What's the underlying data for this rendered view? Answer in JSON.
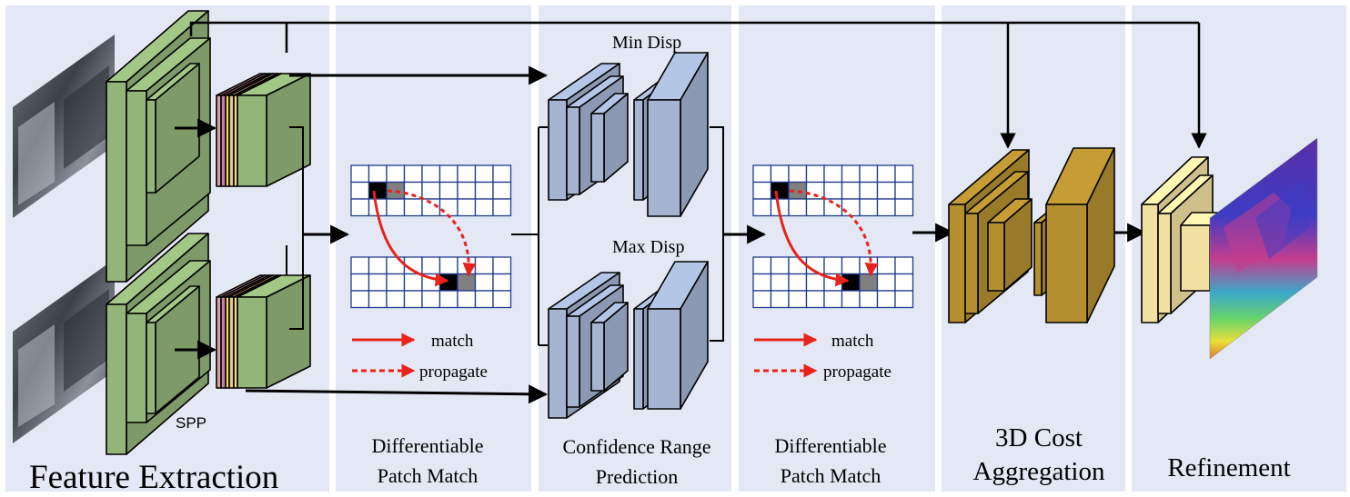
{
  "stages": [
    {
      "id": "feature-extraction",
      "label": "Feature Extraction"
    },
    {
      "id": "patch-match-1",
      "label_line1": "Differentiable",
      "label_line2": "Patch Match"
    },
    {
      "id": "confidence-range",
      "label_line1": "Confidence Range",
      "label_line2": "Prediction"
    },
    {
      "id": "patch-match-2",
      "label_line1": "Differentiable",
      "label_line2": "Patch Match"
    },
    {
      "id": "cost-aggregation",
      "label_line1": "3D Cost",
      "label_line2": "Aggregation"
    },
    {
      "id": "refinement",
      "label": "Refinement"
    }
  ],
  "labels": {
    "spp": "SPP",
    "min_disp": "Min Disp",
    "max_disp": "Max Disp"
  },
  "legend": {
    "match": "match",
    "propagate": "propagate"
  },
  "colors": {
    "panel": "#e4e8f4",
    "feature_green": "#93b57a",
    "confidence_blue": "#a4b4d1",
    "aggregation_brown": "#b38f2f",
    "refinement_yellow": "#f3e1a4",
    "grid_blue": "#1f3c8a",
    "arrow_red": "#e8231c"
  }
}
